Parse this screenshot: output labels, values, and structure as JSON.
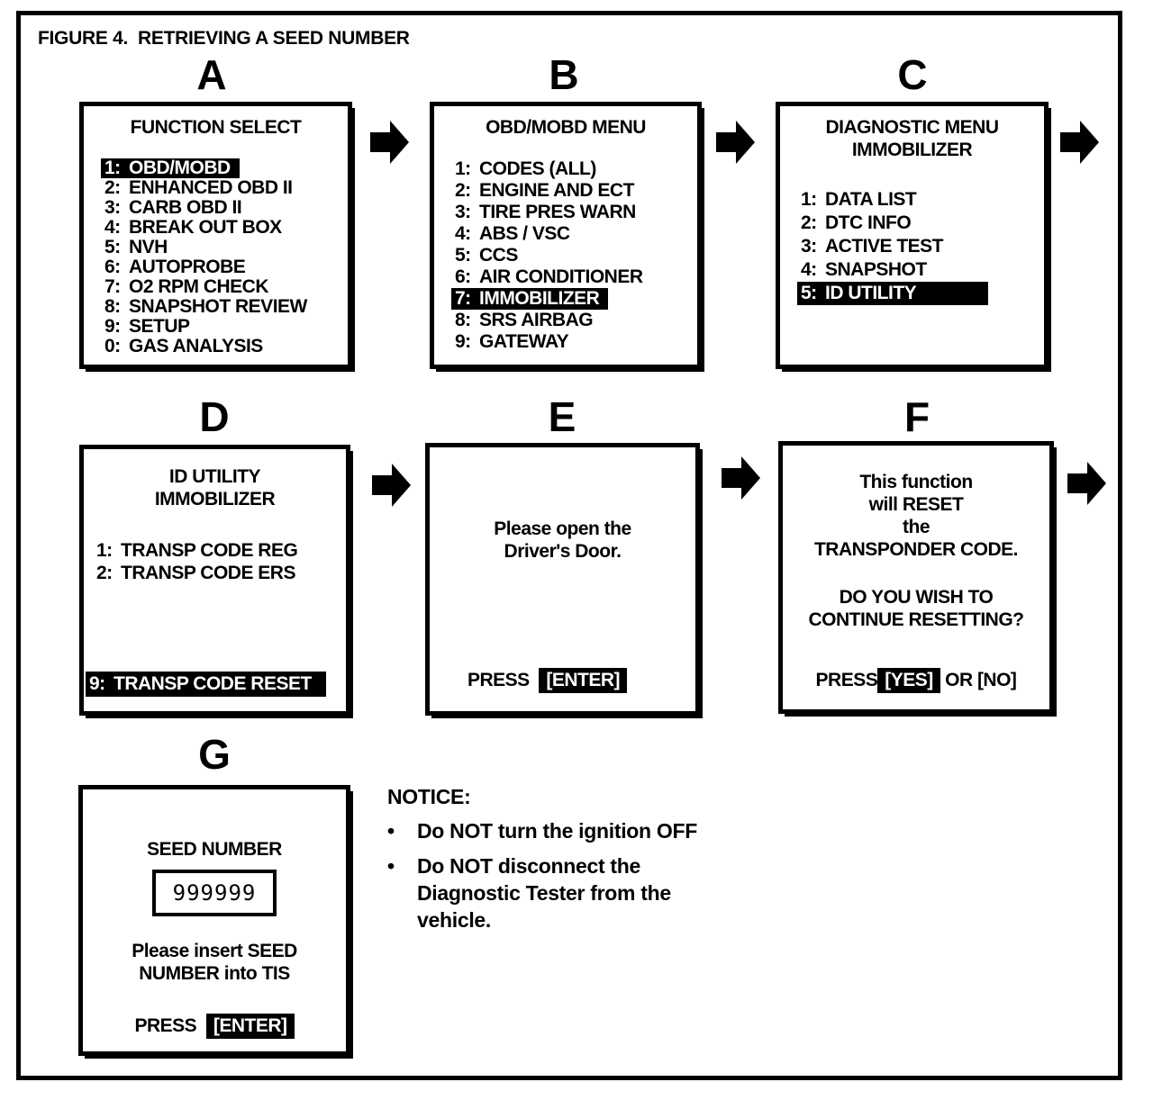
{
  "colors": {
    "ink": "#000000",
    "paper": "#ffffff",
    "highlight_bg": "#000000",
    "highlight_text": "#ffffff"
  },
  "figure_title": "FIGURE 4.  RETRIEVING A SEED NUMBER",
  "screens": {
    "a": {
      "letter": "A",
      "title_lines": [
        "FUNCTION SELECT"
      ],
      "items": [
        {
          "num": "1:",
          "label": "OBD/MOBD",
          "selected": true
        },
        {
          "num": "2:",
          "label": "ENHANCED OBD II",
          "selected": false
        },
        {
          "num": "3:",
          "label": "CARB OBD II",
          "selected": false
        },
        {
          "num": "4:",
          "label": "BREAK OUT BOX",
          "selected": false
        },
        {
          "num": "5:",
          "label": "NVH",
          "selected": false
        },
        {
          "num": "6:",
          "label": "AUTOPROBE",
          "selected": false
        },
        {
          "num": "7:",
          "label": "O2 RPM CHECK",
          "selected": false
        },
        {
          "num": "8:",
          "label": "SNAPSHOT REVIEW",
          "selected": false
        },
        {
          "num": "9:",
          "label": "SETUP",
          "selected": false
        },
        {
          "num": "0:",
          "label": "GAS ANALYSIS",
          "selected": false
        }
      ]
    },
    "b": {
      "letter": "B",
      "title_lines": [
        "OBD/MOBD MENU"
      ],
      "items": [
        {
          "num": "1:",
          "label": "CODES (ALL)",
          "selected": false
        },
        {
          "num": "2:",
          "label": "ENGINE AND ECT",
          "selected": false
        },
        {
          "num": "3:",
          "label": "TIRE PRES WARN",
          "selected": false
        },
        {
          "num": "4:",
          "label": "ABS / VSC",
          "selected": false
        },
        {
          "num": "5:",
          "label": "CCS",
          "selected": false
        },
        {
          "num": "6:",
          "label": "AIR CONDITIONER",
          "selected": false
        },
        {
          "num": "7:",
          "label": "IMMOBILIZER",
          "selected": true
        },
        {
          "num": "8:",
          "label": "SRS AIRBAG",
          "selected": false
        },
        {
          "num": "9:",
          "label": "GATEWAY",
          "selected": false
        }
      ]
    },
    "c": {
      "letter": "C",
      "title_lines": [
        "DIAGNOSTIC MENU",
        "IMMOBILIZER"
      ],
      "items": [
        {
          "num": "1:",
          "label": "DATA LIST",
          "selected": false
        },
        {
          "num": "2:",
          "label": "DTC INFO",
          "selected": false
        },
        {
          "num": "3:",
          "label": "ACTIVE TEST",
          "selected": false
        },
        {
          "num": "4:",
          "label": "SNAPSHOT",
          "selected": false
        },
        {
          "num": "5:",
          "label": "ID UTILITY",
          "selected": true
        }
      ]
    },
    "d": {
      "letter": "D",
      "title_lines": [
        "ID UTILITY",
        "IMMOBILIZER"
      ],
      "items": [
        {
          "num": "1:",
          "label": "TRANSP CODE REG",
          "selected": false
        },
        {
          "num": "2:",
          "label": "TRANSP CODE ERS",
          "selected": false
        }
      ],
      "bottom_item": {
        "num": "9:",
        "label": "TRANSP CODE RESET",
        "selected": true
      }
    },
    "e": {
      "letter": "E",
      "message_lines": [
        "Please open the",
        "Driver's Door."
      ],
      "press_label": "PRESS",
      "press_key": "[ENTER]"
    },
    "f": {
      "letter": "F",
      "message_lines": [
        "This function",
        "will RESET",
        "the",
        "TRANSPONDER CODE."
      ],
      "question_lines": [
        "DO YOU WISH TO",
        "CONTINUE RESETTING?"
      ],
      "press_label": "PRESS",
      "yes_key": "[YES]",
      "or_no_label": "OR [NO]"
    },
    "g": {
      "letter": "G",
      "title": "SEED NUMBER",
      "seed_value": "999999",
      "note_lines": [
        "Please insert SEED",
        "NUMBER into TIS"
      ],
      "press_label": "PRESS",
      "press_key": "[ENTER]"
    }
  },
  "notice": {
    "heading": "NOTICE:",
    "bullet_glyph": "•",
    "bullets": [
      {
        "lines": [
          "Do NOT turn the ignition OFF"
        ]
      },
      {
        "lines": [
          "Do NOT disconnect the",
          "Diagnostic Tester from the",
          "vehicle."
        ]
      }
    ]
  },
  "icons": {
    "flow_arrow": "right-block-arrow"
  }
}
